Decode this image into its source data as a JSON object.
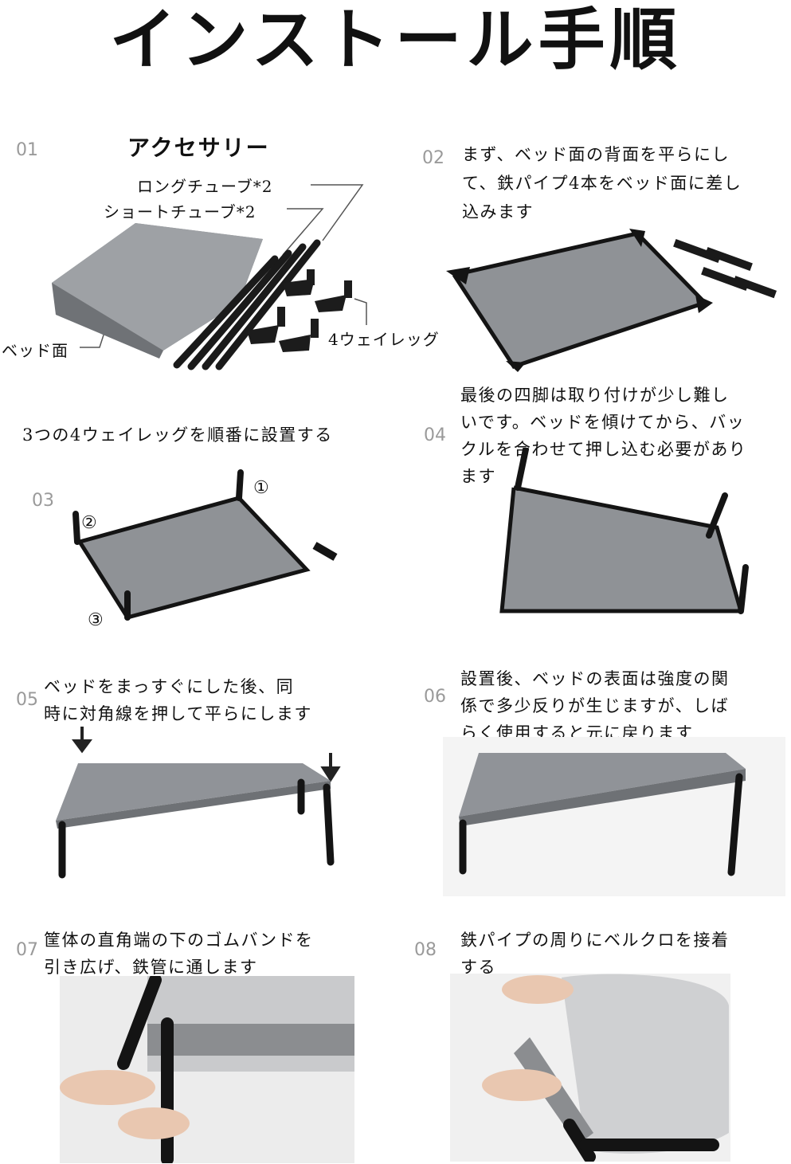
{
  "title": "インストール手順",
  "steps": [
    {
      "num": "01",
      "heading": "アクセサリー",
      "labels": {
        "long_tube": "ロングチューブ*2",
        "short_tube": "ショートチューブ*2",
        "bed": "ベッド面",
        "legs": "4ウェイレッグ"
      }
    },
    {
      "num": "02",
      "text": [
        "まず、ベッド面の背面を平らにし",
        "て、鉄パイプ4本をベッド面に差し",
        "込みます"
      ]
    },
    {
      "num": "03",
      "text": [
        "3つの4ウェイレッグを順番に設置する"
      ],
      "markers": [
        "①",
        "②",
        "③"
      ]
    },
    {
      "num": "04",
      "text": [
        "最後の四脚は取り付けが少し難し",
        "いです。ベッドを傾けてから、バッ",
        "クルを合わせて押し込む必要があり",
        "ます"
      ]
    },
    {
      "num": "05",
      "text": [
        "ベッドをまっすぐにした後、同",
        "時に対角線を押して平らにします"
      ]
    },
    {
      "num": "06",
      "text": [
        "設置後、ベッドの表面は強度の関",
        "係で多少反りが生じますが、しば",
        "らく使用すると元に戻ります"
      ]
    },
    {
      "num": "07",
      "text": [
        "筐体の直角端の下のゴムバンドを",
        "引き広げ、鉄管に通します"
      ]
    },
    {
      "num": "08",
      "text": [
        "鉄パイプの周りにベルクロを接着",
        "する"
      ]
    }
  ]
}
